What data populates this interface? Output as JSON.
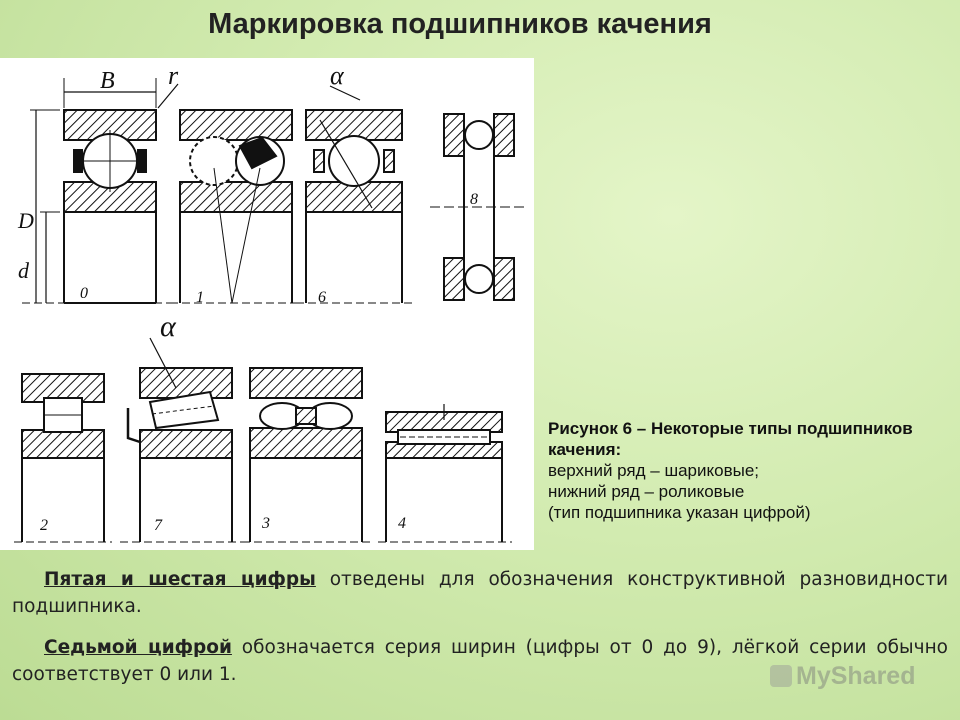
{
  "title": "Маркировка подшипников качения",
  "figure": {
    "labels": {
      "B": "B",
      "r": "r",
      "alpha_top": "α",
      "alpha_bottom": "α",
      "D": "D",
      "d": "d",
      "type0": "0",
      "type1": "1",
      "type6": "6",
      "type8": "8",
      "type2": "2",
      "type7": "7",
      "type3": "3",
      "type4": "4"
    }
  },
  "caption": {
    "title": "Рисунок 6 – Некоторые типы подшипников качения:",
    "line1": "верхний ряд – шариковые;",
    "line2": "нижний ряд – роликовые",
    "line3": "(тип подшипника указан цифрой)"
  },
  "paragraphs": [
    {
      "lead": "Пятая и шестая цифры",
      "text": " отведены для обозначения конструктивной разновидности подшипника."
    },
    {
      "lead": "Седьмой цифрой",
      "text": " обозначается серия ширин (цифры от 0 до 9), лёгкой серии обычно соответствует 0 или 1."
    }
  ],
  "watermark": "MyShared"
}
